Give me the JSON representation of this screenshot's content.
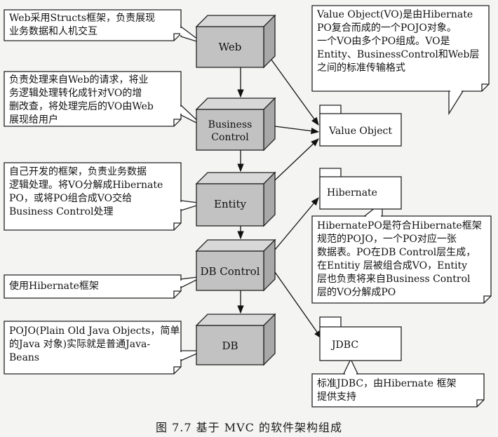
{
  "nodes": {
    "web": "Web",
    "business_control_line1": "Business",
    "business_control_line2": "Control",
    "entity": "Entity",
    "db_control": "DB Control",
    "db": "DB"
  },
  "packages": {
    "value_object": "Value Object",
    "hibernate": "Hibernate",
    "jdbc": "JDBC"
  },
  "notes": {
    "web": "Web采用Structs框架，负责展现\n业务数据和人机交互",
    "business_control": "负责处理来自Web的请求，将业\n务逻辑处理转化成针对VO的增\n删改查，将处理完后的VO由Web\n展现给用户",
    "entity": "自己开发的框架，负责业务数据\n逻辑处理。将VO分解成Hibernate\nPO，或将PO组合成VO交给\nBusiness Control处理",
    "db_control": "使用Hibernate框架",
    "db": "POJO(Plain Old Java Objects，简单\n的Java 对象)实际就是普通Java-\nBeans",
    "value_object": "Value Object(VO)是由Hibernate\nPO复合而成的一个POJO对象。\n一个VO由多个PO组成。VO是\nEntity、BusinessControl和Web层\n之间的标准传输格式",
    "hibernate": "HibernatePO是符合Hibernate框架\n规范的POJO，一个PO对应一张\n数据表。PO在DB Control层生成，\n在Entitiy 层被组合成VO，Entity\n层也负责将来自Business Control\n层的VO分解成PO",
    "jdbc": "标准JDBC，由Hibernate 框架\n提供支持"
  },
  "caption": "图 7.7   基于 MVC 的软件架构组成"
}
